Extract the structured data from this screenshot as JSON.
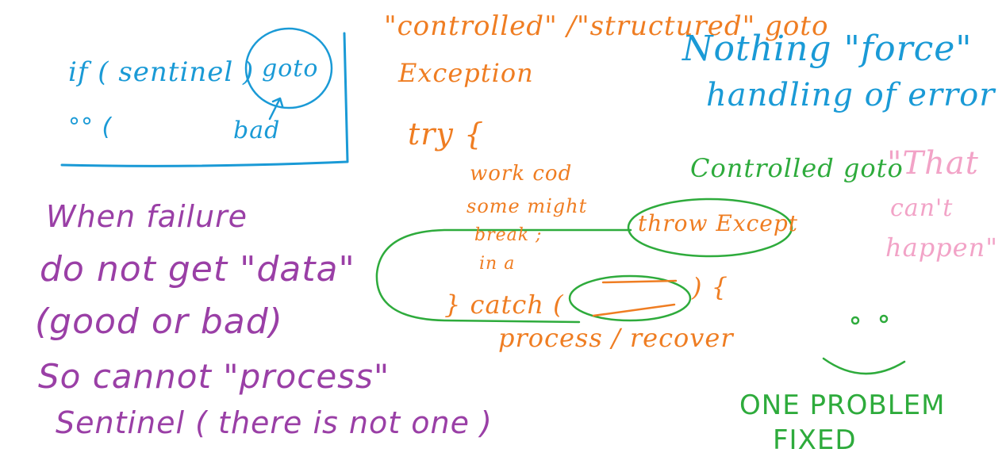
{
  "colors": {
    "blue": "#1a9ad6",
    "orange": "#ef7d22",
    "green": "#2eab3c",
    "purple": "#9a3fa6",
    "pink": "#f2a3c7"
  },
  "blue_box": {
    "line1": "if ( sentinel )",
    "goto": "goto",
    "bad": "bad",
    "frown": "°° ("
  },
  "orange_notes": {
    "controlled_structured": "\"controlled\" /\"structured\" goto",
    "exception": "Exception",
    "try": "try {",
    "work_code_1": "work cod",
    "work_code_2": "some might",
    "work_code_3": "break ;",
    "work_code_4": "in a",
    "catch": "} catch (",
    "catch_close": ") {",
    "process": "process / recover"
  },
  "blue_notes": {
    "line1": "Nothing \"force\"",
    "line2": "handling of error"
  },
  "green_notes": {
    "controlled_goto": "Controlled goto",
    "throw": "throw Except",
    "one_problem": "ONE PROBLEM",
    "fixed": "FIXED"
  },
  "pink_notes": {
    "line1": "\"That",
    "line2": "can't",
    "line3": "happen\""
  },
  "purple_notes": {
    "line1": "When failure",
    "line2": "do not get \"data\"",
    "line3": "(good or bad)",
    "line4": "So cannot \"process\"",
    "line5": "Sentinel ( there is not one )"
  }
}
